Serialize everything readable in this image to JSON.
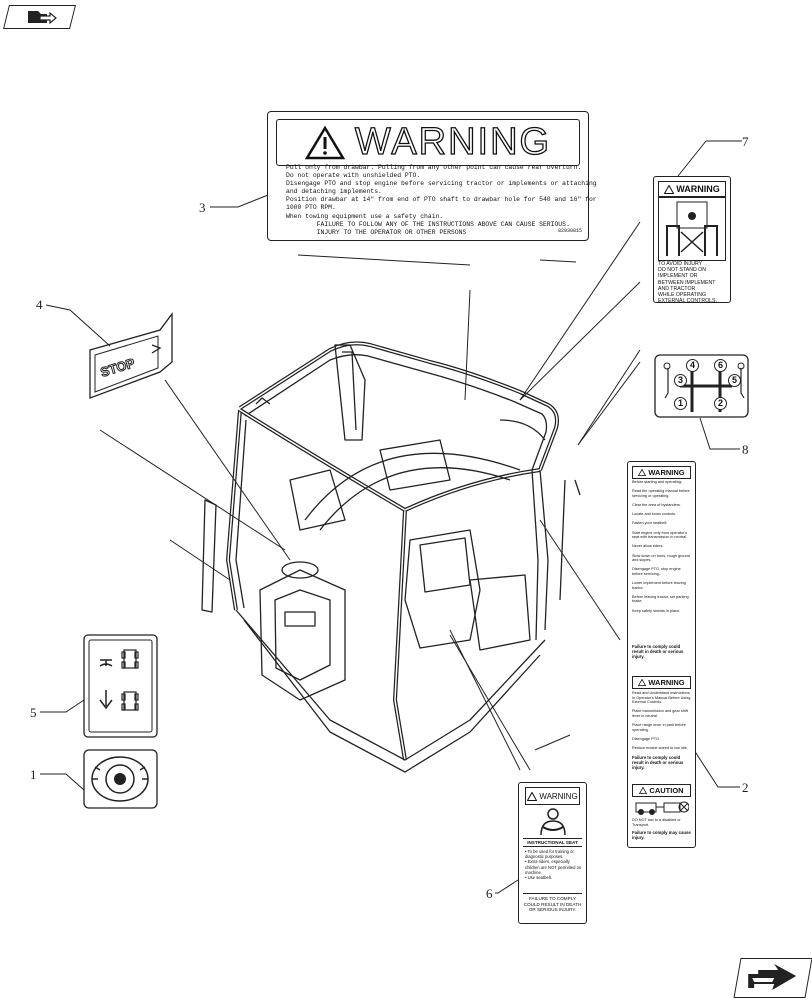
{
  "callouts": {
    "c1": "1",
    "c2": "2",
    "c3": "3",
    "c4": "4",
    "c5": "5",
    "c6": "6",
    "c7": "7",
    "c8": "8"
  },
  "decal3": {
    "heading": "WARNING",
    "lines": "Pull only from drawbar. Pulling from any other point can cause rear overturn.\nDo not operate with unshielded PTO.\nDisengage PTO and stop engine before servicing tractor or implements or attaching\nand detaching implements.\nPosition drawbar at 14\" from end of PTO shaft to drawbar hole for 540 and 16\" for\n1000 PTO RPM.\nWhen towing equipment use a safety chain.\n        FAILURE TO FOLLOW ANY OF THE INSTRUCTIONS ABOVE CAN CAUSE SERIOUS.\n        INJURY TO THE OPERATOR OR OTHER PERSONS",
    "code": "82930815"
  },
  "decal4": {
    "text": "STOP"
  },
  "decal7": {
    "heading": "WARNING",
    "text": "TO AVOID INJURY\nDO NOT STAND ON\nIMPLEMENT OR\nBETWEEN IMPLEMENT\nAND TRACTOR\nWHILE OPERATING\nEXTERNAL CONTROLS."
  },
  "decal8": {
    "gears": [
      "4",
      "6",
      "3",
      "5",
      "1",
      "2"
    ]
  },
  "decal2": {
    "heading1": "WARNING",
    "block1": "Before starting and operating:\n\nRead the operating manual before servicing or operating.\n\nClear the area of bystanders.\n\nLocate and know controls.\n\nFasten your seatbelt.\n\nStart engine only from operator's seat with transmission in neutral.\n\nNever allow riders.\n\nSlow down on turns, rough ground and slopes.\n\nDisengage PTO, stop engine before servicing.\n\nLower implement before leaving tractor.\n\nBefore leaving tractor, set parking brake.\n\nKeep safety shields in place.",
    "fail1": "Failure to comply could result in death or serious injury.",
    "heading2": "WARNING",
    "block2": "Read and Understand Instructions In Operator's Manual Before Using External Controls.\n\nPlace transmission and gear shift lever in neutral.\n\nPlace range lever in park before operating.\n\nDisengage PTO.\n\nReduce engine speed to low idle.",
    "fail2": "Failure to comply could result in death or serious injury.",
    "heading3": "CAUTION",
    "block3": "DO NOT tow to a disabled or Transport.",
    "fail3": "Failure to comply may cause injury."
  },
  "decal6": {
    "heading": "WARNING",
    "title": "INSTRUCTIONAL SEAT",
    "items": "• To be used for training or diagnostic purposes.\n• Extra riders, especially children are NOT permitted on machine.\n• Use seatbelt.",
    "footer": "FAILURE TO COMPLY COULD RESULT IN DEATH OR SERIOUS INJURY."
  },
  "colors": {
    "line": "#222222",
    "background": "#ffffff"
  },
  "icons": [
    "folder-arrow-icon",
    "next-page-arrow-icon",
    "warning-triangle-icon",
    "seatbelt-icon",
    "gear-pattern-icon",
    "tractor-icon",
    "prohibited-icon"
  ]
}
